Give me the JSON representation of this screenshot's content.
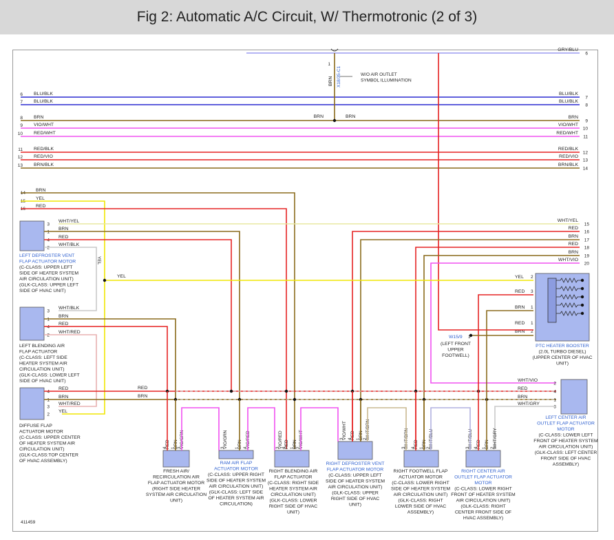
{
  "title": "Fig 2: Automatic A/C Circuit, W/ Thermotronic (2 of 3)",
  "figure_id": "411459",
  "colors": {
    "BRN": "#8a6a1c",
    "YEL": "#f0e600",
    "RED": "#e52222",
    "BLU": "#2a2ad0",
    "VIO": "#c060e0",
    "GRY": "#a0a0a0",
    "WHT": "#d8d8d8",
    "BLK": "#222222",
    "MAG": "#f050f0",
    "component_fill": "#a9b8ef",
    "blue_text": "#2d5fcf"
  },
  "top_bus": [
    {
      "num_left": "",
      "label_left": "",
      "label_right": "GRY/BLU",
      "num_right": "6"
    },
    {
      "num_left": "6",
      "label_left": "BLU/BLK",
      "label_right": "BLU/BLK",
      "num_right": "7"
    },
    {
      "num_left": "7",
      "label_left": "BLU/BLK",
      "label_right": "BLU/BLK",
      "num_right": "8"
    },
    {
      "num_left": "8",
      "label_left": "BRN",
      "label_right": "BRN",
      "num_right": "9"
    },
    {
      "num_left": "9",
      "label_left": "VIO/WHT",
      "label_right": "VIO/WHT",
      "num_right": "10"
    },
    {
      "num_left": "10",
      "label_left": "RED/WHT",
      "label_right": "RED/WHT",
      "num_right": "11"
    },
    {
      "num_left": "11",
      "label_left": "RED/BLK",
      "label_right": "RED/BLK",
      "num_right": "12"
    },
    {
      "num_left": "12",
      "label_left": "RED/VIO",
      "label_right": "RED/VIO",
      "num_right": "13"
    },
    {
      "num_left": "13",
      "label_left": "BRN/BLK",
      "label_right": "BRN/BLK",
      "num_right": "14"
    }
  ],
  "left_inputs": [
    {
      "num": "14",
      "label": "BRN"
    },
    {
      "num": "15",
      "label": "YEL"
    },
    {
      "num": "16",
      "label": "RED"
    }
  ],
  "splice": {
    "label": "X18/35-C1",
    "pin": "1",
    "wire": "BRN",
    "note": "W/O AIR OUTLET SYMBOL ILLUMINATION",
    "wire_left": "BRN",
    "wire_right": "BRN"
  },
  "right_side": [
    {
      "label": "WHT/YEL",
      "num": "15"
    },
    {
      "label": "RED",
      "num": "16"
    },
    {
      "label": "BRN",
      "num": "17"
    },
    {
      "label": "RED",
      "num": "18"
    },
    {
      "label": "BRN",
      "num": "19"
    },
    {
      "label": "WHT/VIO",
      "num": "20"
    }
  ],
  "yel_mid": "YEL",
  "left_defroster": {
    "title": "LEFT DEFROSTER VENT FLAP ACTUATOR MOTOR",
    "desc": "(C-CLASS: UPPER LEFT SIDE OF HEATER SYSTEM AIR CIRCULATION UNIT) (GLK-CLASS: UPPER LEFT SIDE OF HVAC UNIT)",
    "pins": [
      {
        "pin": "3",
        "wire": "WHT/YEL"
      },
      {
        "pin": "1",
        "wire": "BRN"
      },
      {
        "pin": "4",
        "wire": "RED"
      },
      {
        "pin": "2",
        "wire": "WHT/BLK"
      }
    ]
  },
  "left_blending": {
    "title": "LEFT BLENDING AIR FLAP ACTUATOR",
    "desc": "(C-CLASS: LEFT SIDE HEATER SYSTEM AIR CIRCULATION UNIT) (GLK-CLASS: LOWER LEFT SIDE OF HVAC UNIT)",
    "pins": [
      {
        "pin": "3",
        "wire": "WHT/BLK"
      },
      {
        "pin": "1",
        "wire": "BRN"
      },
      {
        "pin": "4",
        "wire": "RED"
      },
      {
        "pin": "2",
        "wire": "WHT/RED"
      }
    ]
  },
  "diffuse": {
    "title": "DIFFUSE FLAP ACTUATOR MOTOR",
    "desc": "(C-CLASS: UPPER CENTER OF HEATER SYSTEM AIR CIRCULATION UNIT) (GLK-CLASS:TOP CENTER OF HVAC ASSEMBLY)",
    "pins": [
      {
        "pin": "4",
        "wire": "RED"
      },
      {
        "pin": "1",
        "wire": "BRN"
      },
      {
        "pin": "3",
        "wire": "WHT/RED"
      },
      {
        "pin": "2",
        "wire": "YEL"
      }
    ]
  },
  "bus_labels": {
    "red": "RED",
    "brn": "BRN"
  },
  "ptc": {
    "title": "PTC HEATER BOOSTER",
    "desc": "(2.0L TURBO DIESEL) (UPPER CENTER OF HVAC UNIT)",
    "pins": [
      {
        "wire": "YEL",
        "pin": "2"
      },
      {
        "wire": "RED",
        "pin": "3"
      },
      {
        "wire": "BRN",
        "pin": "1"
      },
      {
        "wire": "RED",
        "pin": "1"
      },
      {
        "wire": "BRN",
        "pin": "2"
      }
    ]
  },
  "ground": {
    "id": "W15/9",
    "pin": "1",
    "desc": "(LEFT FRONT UPPER FOOTWELL)"
  },
  "left_center_outlet": {
    "title": "LEFT CENTER AIR OUTLET FLAP ACTUATOR MOTOR",
    "desc": "(C-CLASS: LOWER LEFT FRONT OF HEATER SYSTEM AIR CIRCULATION UNIT) (GLK-CLASS: LEFT CENTER FRONT SIDE OF HVAC ASSEMBLY)",
    "pins": [
      {
        "wire": "WHT/VIO",
        "pin": "2"
      },
      {
        "wire": "RED",
        "pin": "4"
      },
      {
        "wire": "BRN",
        "pin": "1"
      },
      {
        "wire": "WHT/GRY",
        "pin": "3"
      }
    ]
  },
  "bottom_components": [
    {
      "title": "FRESH AIR/ RECIRCULATION AIR FLAP ACTUATOR MOTOR",
      "desc": "(RIGHT SIDE HEATER SYSTEM AIR CIRCULATION UNIT)",
      "title_blue": false,
      "pins": [
        {
          "pin": "4",
          "wire": "RED"
        },
        {
          "pin": "1",
          "wire": "BRN"
        },
        {
          "pin": "3",
          "wire": "VIO/GRN"
        }
      ]
    },
    {
      "title": "RAM AIR FLAP ACTUATOR MOTOR",
      "desc": "(C-CLASS: UPPER RIGHT SIDE OF HEATER SYSTEM AIR CIRCULATION UNIT) (GLK-CLASS: LEFT SIDE OF HEATER SYSTEM AIR CIRCULATION)",
      "title_blue": true,
      "pins": [
        {
          "pin": "3",
          "wire": "VIO/GRN"
        },
        {
          "pin": "1",
          "wire": "BRN"
        },
        {
          "pin": "4",
          "wire": "VIO/RED"
        }
      ]
    },
    {
      "title": "RIGHT BLENDING AIR FLAP ACTUATOR",
      "desc": "(C-CLASS: RIGHT SIDE HEATER SYSTEM AIR CIRCULATION UNIT) (GLK-CLASS: LOWER RIGHT SIDE OF HVAC UNIT)",
      "title_blue": false,
      "pins": [
        {
          "pin": "3",
          "wire": "VIO/RED"
        },
        {
          "pin": "4",
          "wire": "RED"
        },
        {
          "pin": "1",
          "wire": "BRN"
        },
        {
          "pin": "2",
          "wire": "VIO/WHT"
        }
      ]
    },
    {
      "title": "RIGHT DEFROSTER VENT FLAP ACTUATOR MOTOR",
      "desc": "(C-CLASS: UPPER LEFT SIDE OF HEATER SYSTEM AIR CIRCULATION UNIT) (GLK-CLASS: UPPER RIGHT SIDE OF HVAC UNIT)",
      "title_blue": true,
      "pins": [
        {
          "pin": "3",
          "wire": "VIO/WHT"
        },
        {
          "pin": "4",
          "wire": "RED"
        },
        {
          "pin": "1",
          "wire": "BRN"
        },
        {
          "pin": "2",
          "wire": "WHT/BRN"
        }
      ]
    },
    {
      "title": "RIGHT FOOTWELL FLAP ACTUATOR MOTOR",
      "desc": "(C-CLASS: LOWER RIGHT SIDE OF HEATER SYSTEM AIR CIRCULATION UNIT) (GLK-CLASS: RIGHT LOWER SIDE OF HVAC ASSEMBLY)",
      "title_blue": false,
      "pins": [
        {
          "pin": "3",
          "wire": "WHT/BRN"
        },
        {
          "pin": "4",
          "wire": "RED"
        },
        {
          "pin": "1",
          "wire": "BRN"
        },
        {
          "pin": "2",
          "wire": "WHT/BLU"
        }
      ]
    },
    {
      "title": "RIGHT CENTER AIR OUTLET FLAP ACTUATOR MOTOR",
      "desc": "(C-CLASS: LOWER RIGHT FRONT OF HEATER SYSTEM AIR CIRCULATION UNIT) (GLK-CLASS: RIGHT CENTER FRONT SIDE OF HVAC ASSEMBLY)",
      "title_blue": true,
      "pins": [
        {
          "pin": "3",
          "wire": "WHT/BLU"
        },
        {
          "pin": "4",
          "wire": "RED"
        },
        {
          "pin": "1",
          "wire": "BRN"
        },
        {
          "pin": "2",
          "wire": "WHT/GRY"
        }
      ]
    }
  ]
}
